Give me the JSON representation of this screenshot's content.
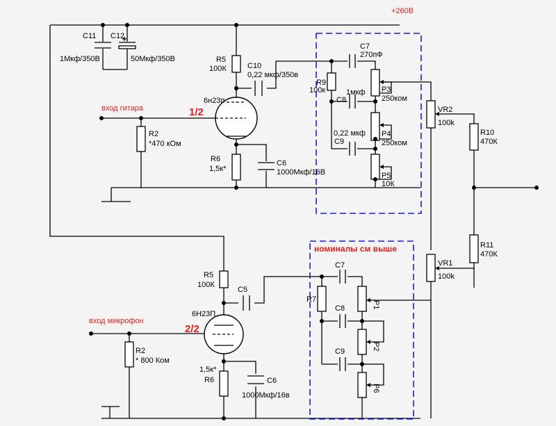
{
  "colors": {
    "wire": "#000000",
    "label_red": "#e0201c",
    "frame_blue": "#1a1ad0",
    "background": "#f4f4f4"
  },
  "supply": {
    "label": "+260В"
  },
  "top_stage": {
    "tube_label": "6н23п",
    "half_label": "1/2",
    "input_label": "вход гитара",
    "r2_name": "R2",
    "r2_value": "*470 кОм",
    "r5_name": "R5",
    "r5_value": "100К",
    "c10_name": "C10",
    "c10_value": "0,22 мкф/350в",
    "r6_name": "R6",
    "r6_value": "1,5к*",
    "c6_name": "C6",
    "c6_value": "1000Мкф/16В",
    "c11_name": "C11",
    "c11_value": "1Мкф/350В",
    "c12_name": "C12",
    "c12_value": "50Мкф/350В"
  },
  "top_tone": {
    "c7_name": "C7",
    "c7_value": "270пФ",
    "r9_name": "R9",
    "r9_value": "100к",
    "c8_name": "C8",
    "c8_value": "1мкф",
    "c9_name": "C9",
    "c9_value": "0,22 мкф",
    "p3_name": "P3",
    "p3_value": "250ком",
    "p4_name": "P4",
    "p4_value": "250ком",
    "p5_name": "P5",
    "p5_value": "10К"
  },
  "mixer": {
    "vr2_name": "VR2",
    "vr2_value": "100k",
    "vr1_name": "VR1",
    "vr1_value": "100k",
    "r10_name": "R10",
    "r10_value": "470К",
    "r11_name": "R11",
    "r11_value": "470К"
  },
  "bottom_stage": {
    "tube_label": "6Н23П",
    "half_label": "2/2",
    "input_label": "вход микрофон",
    "r2_name": "R2",
    "r2_value": "* 800 Ком",
    "r5_name": "R5",
    "r5_value": "100К",
    "c5_name": "C5",
    "r6_name": "R6",
    "r6_value": "1,5к*",
    "c6_name": "C6",
    "c6_value": "1000Мкф/16в"
  },
  "bottom_tone": {
    "header": "номиналы см выше",
    "c7_name": "C7",
    "c8_name": "C8",
    "c9_name": "C9",
    "r7_name": "R7",
    "p1_name": "P1",
    "p2_name": "P2",
    "p6_name": "P6"
  }
}
